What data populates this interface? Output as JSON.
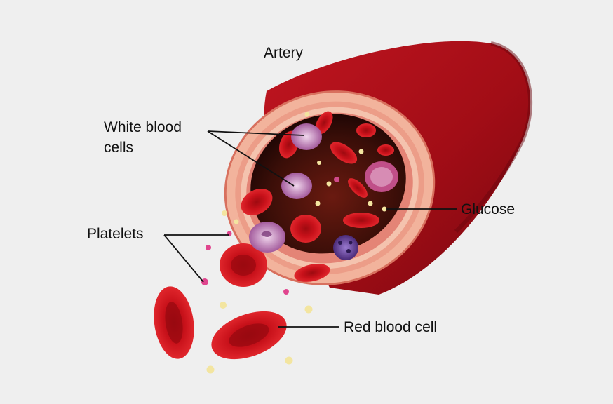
{
  "labels": {
    "artery": "Artery",
    "white_blood_cells_line1": "White blood",
    "white_blood_cells_line2": "cells",
    "platelets": "Platelets",
    "glucose": "Glucose",
    "red_blood_cell": "Red blood cell"
  },
  "colors": {
    "background": "#efefef",
    "artery_red": "#b5101a",
    "artery_shadow": "#7a0810",
    "artery_wall": "#f2b39c",
    "lumen_dark": "#2a0a07",
    "red_cell": "#d01219",
    "white_cell": "#b06aa8",
    "platelet": "#e0458e",
    "glucose": "#f3e5a0",
    "leader_line": "#111111"
  }
}
